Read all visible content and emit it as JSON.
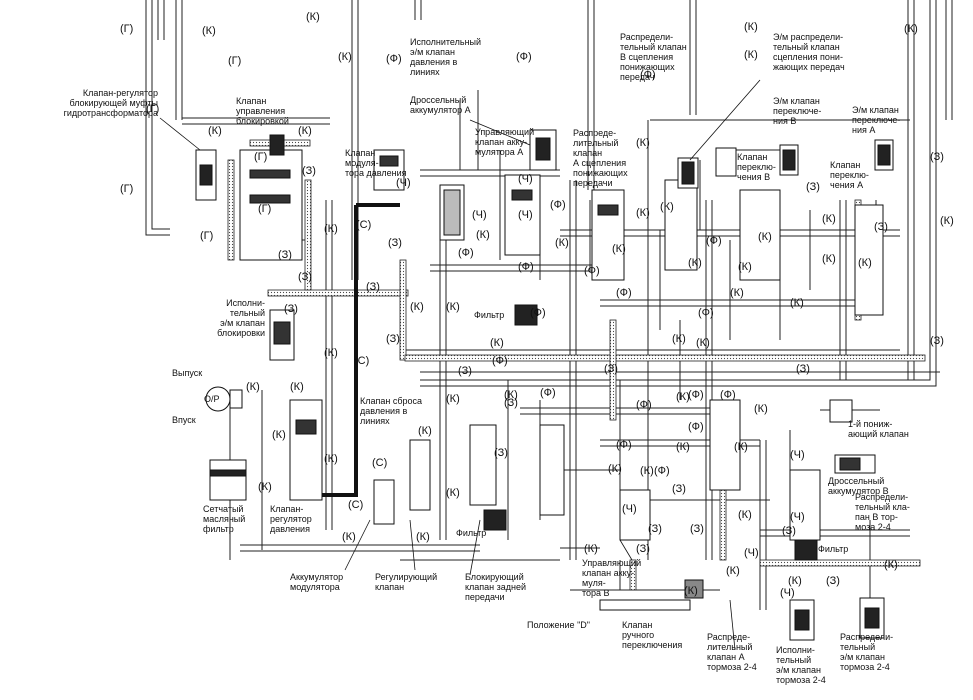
{
  "labels": {
    "torque_converter_valve": [
      "Клапан-регулятор",
      "блокирующей муфты",
      "гидротрансформатора"
    ],
    "lockup_control_valve": [
      "Клапан",
      "управления",
      "блокировкой"
    ],
    "modulator_valve": [
      "Клапан",
      "модуля-",
      "тора давления"
    ],
    "line_pressure_solenoid": [
      "Исполнительный",
      "э/м клапан",
      "давления в",
      "линиях"
    ],
    "throttle_accumulator_a": [
      "Дроссельный",
      "аккумулятор А"
    ],
    "accumulator_a_control": [
      "Управляющий",
      "клапан акку-",
      "мулятора А"
    ],
    "downshift_clutch_a_dist": [
      "Распреде-",
      "лительный",
      "клапан",
      "А сцепления",
      "понижающих",
      "передачи"
    ],
    "downshift_clutch_b_dist": [
      "Распредели-",
      "тельный клапан",
      "В сцепления",
      "понижающих",
      "передач"
    ],
    "downshift_clutch_solenoid": [
      "Э/м распредели-",
      "тельный клапан",
      "сцепления пони-",
      "жающих передач"
    ],
    "shift_solenoid_b": [
      "Э/м клапан",
      "переключе-",
      "ния В"
    ],
    "shift_solenoid_a": [
      "Э/м клапан",
      "переключе-",
      "ния А"
    ],
    "shift_valve_b": [
      "Клапан",
      "переклю-",
      "чения В"
    ],
    "shift_valve_a": [
      "Клапан",
      "переклю-",
      "чения А"
    ],
    "lockup_solenoid": [
      "Исполни-",
      "тельный",
      "э/м клапан",
      "блокировки"
    ],
    "outlet": "Выпуск",
    "inlet": "Впуск",
    "pump": "O/P",
    "filter": "Фильтр",
    "strainer": [
      "Сетчатый",
      "масляный",
      "фильтр"
    ],
    "pressure_regulator": [
      "Клапан-",
      "регулятор",
      "давления"
    ],
    "line_relief_valve": [
      "Клапан сброса",
      "давления в",
      "линиях"
    ],
    "modulator_accumulator": [
      "Аккумулятор",
      "модулятора"
    ],
    "regulating_valve": [
      "Регулирующий",
      "клапан"
    ],
    "reverse_lock_valve": [
      "Блокирующий",
      "клапан задней",
      "передачи"
    ],
    "accumulator_b_control": [
      "Управляющий",
      "клапан акку-",
      "муля-",
      "тора В"
    ],
    "position_d": "Положение \"D\"",
    "manual_valve": [
      "Клапан",
      "ручного",
      "переключения"
    ],
    "brake24_dist_a": [
      "Распреде-",
      "лительный",
      "клапан А",
      "тормоза 2-4"
    ],
    "brake24_solenoid": [
      "Исполни-",
      "тельный",
      "э/м клапан",
      "тормоза 2-4"
    ],
    "brake24_solenoid_dist": [
      "Распредели-",
      "тельный",
      "э/м клапан",
      "тормоза 2-4"
    ],
    "brake24_dist_b": [
      "Распредели-",
      "тельный кла-",
      "пан В тор-",
      "моза 2-4"
    ],
    "throttle_accumulator_b": [
      "Дроссельный",
      "аккумулятор В"
    ],
    "first_downshift_valve": [
      "1-й пониж-",
      "ающий клапан"
    ]
  },
  "codes": {
    "G": "(Г)",
    "K": "(К)",
    "F": "(Ф)",
    "Z": "(З)",
    "C": "(С)",
    "CH": "(Ч)"
  }
}
